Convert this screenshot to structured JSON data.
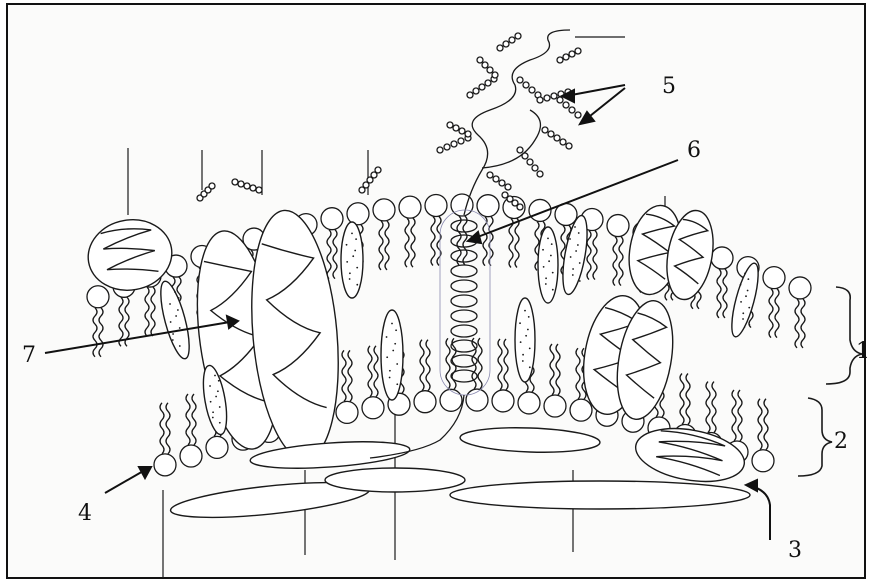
{
  "diagram": {
    "labels": {
      "one": "1",
      "two": "2",
      "three": "3",
      "four": "4",
      "five": "5",
      "six": "6",
      "seven": "7"
    },
    "colors": {
      "ink": "#1a1a1a",
      "paper": "#fbfbfa",
      "faint_outline": "#8a8ab0"
    }
  }
}
